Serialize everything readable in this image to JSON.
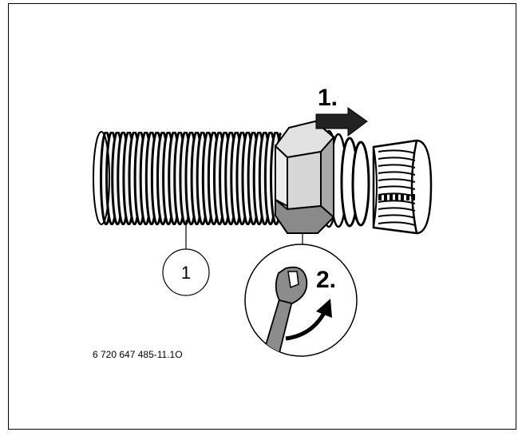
{
  "figure": {
    "step_1_label": "1.",
    "step_2_label": "2.",
    "callout_label": "1",
    "figure_code": "6 720 647 485-11.1O"
  },
  "parts": {
    "hose": "corrugated-hose",
    "nut": "hex-nut",
    "fitting": "threaded-connection",
    "tool": "wrench-icon",
    "push_arrow": "arrow-right-icon",
    "turn_arrow": "curved-arrow-icon"
  },
  "colors": {
    "line": "#000000",
    "nut_top": "#d9d9d9",
    "nut_side": "#bdbdbd",
    "nut_shadow": "#8a8a8a",
    "wrench": "#8c8c8c",
    "hose_shade": "#9a9a9a"
  }
}
